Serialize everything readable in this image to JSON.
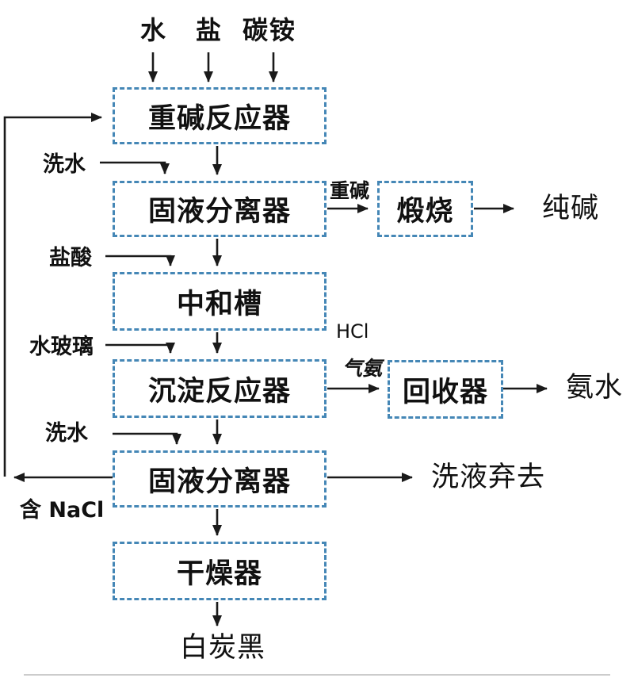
{
  "diagram": {
    "colors": {
      "box_border": "#4587b6",
      "line": "#1a1a1a",
      "text": "#111111"
    },
    "top_inputs": [
      {
        "label": "水"
      },
      {
        "label": "盐"
      },
      {
        "label": "碳铵"
      }
    ],
    "boxes": [
      {
        "name": "heavy-alkali-reactor",
        "label": "重碱反应器"
      },
      {
        "name": "solid-liquid-separator-1",
        "label": "固液分离器"
      },
      {
        "name": "calcination",
        "label": "煅烧"
      },
      {
        "name": "neutralization-tank",
        "label": "中和槽"
      },
      {
        "name": "precipitation-reactor",
        "label": "沉淀反应器"
      },
      {
        "name": "recovery-unit",
        "label": "回收器"
      },
      {
        "name": "solid-liquid-separator-2",
        "label": "固液分离器"
      },
      {
        "name": "dryer",
        "label": "干燥器"
      }
    ],
    "side_inputs": [
      {
        "label": "洗水"
      },
      {
        "label": "盐酸"
      },
      {
        "label": "水玻璃"
      },
      {
        "label": "洗水"
      }
    ],
    "stream_labels": [
      {
        "label": "重碱"
      },
      {
        "label": "HCl"
      },
      {
        "label": "气氨"
      },
      {
        "label": "含 NaCl"
      }
    ],
    "outputs": [
      {
        "label": "纯碱"
      },
      {
        "label": "氨水"
      },
      {
        "label": "洗液弃去"
      },
      {
        "label": "白炭黑"
      }
    ]
  }
}
